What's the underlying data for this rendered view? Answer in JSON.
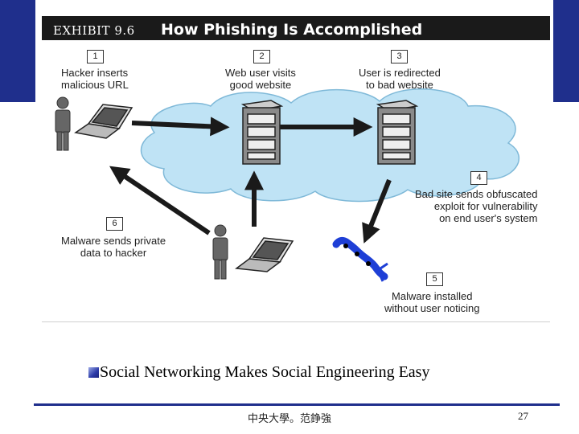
{
  "exhibit": {
    "label": "EXHIBIT 9.6",
    "title": "How Phishing Is Accomplished"
  },
  "steps": [
    {
      "num": "1",
      "lines": [
        "Hacker inserts",
        "malicious URL"
      ]
    },
    {
      "num": "2",
      "lines": [
        "Web user visits",
        "good website"
      ]
    },
    {
      "num": "3",
      "lines": [
        "User is redirected",
        "to bad website"
      ]
    },
    {
      "num": "4",
      "lines": [
        "Bad site sends obfuscated",
        "exploit for vulnerability",
        "on end user's system"
      ]
    },
    {
      "num": "5",
      "lines": [
        "Malware installed",
        "without user noticing"
      ]
    },
    {
      "num": "6",
      "lines": [
        "Malware sends private",
        "data to hacker"
      ]
    }
  ],
  "bullet_text": "Social Networking Makes Social Engineering Easy",
  "footer": "中央大學。范錚強",
  "page_number": "27",
  "colors": {
    "slide_blue": "#1f2f8c",
    "cloud_blue": "#bfe3f5",
    "arrow": "#1a1a1a",
    "malware_blue": "#1e3fd6"
  }
}
